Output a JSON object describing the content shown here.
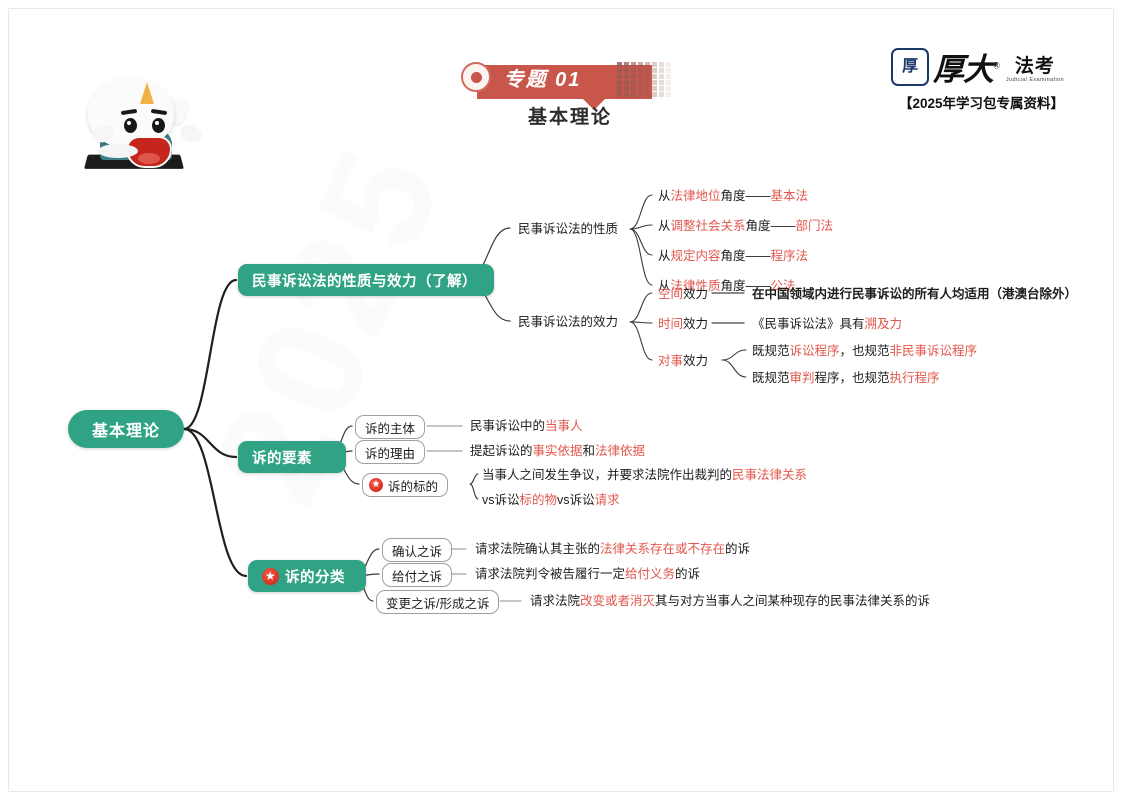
{
  "header": {
    "topic_label": "专题 01",
    "title": "基本理论",
    "badge_icon": "seal-icon",
    "brand": {
      "mark": "厚",
      "name": "厚大",
      "registered": "®",
      "sub_main": "法考",
      "sub_en": "Judicial Examination",
      "tagline": "【2025年学习包专属资料】"
    }
  },
  "mascot": {
    "name": "houda-mascot"
  },
  "watermark": {
    "text": "2025"
  },
  "mindmap": {
    "root": {
      "label": "基本理论"
    },
    "branches": [
      {
        "label": "民事诉讼法的性质与效力（了解）",
        "has_star": false,
        "groups": [
          {
            "label": "民事诉讼法的性质",
            "items": [
              {
                "pre": "从",
                "hi": "法律地位",
                "mid": "角度——",
                "tail": "基本法",
                "tail_red": true
              },
              {
                "pre": "从",
                "hi": "调整社会关系",
                "mid": "角度——",
                "tail": "部门法",
                "tail_red": true
              },
              {
                "pre": "从",
                "hi": "规定内容",
                "mid": "角度——",
                "tail": "程序法",
                "tail_red": true
              },
              {
                "pre": "从",
                "hi": "法律性质",
                "mid": "角度——",
                "tail": "公法",
                "tail_red": true
              }
            ]
          },
          {
            "label": "民事诉讼法的效力",
            "items": [
              {
                "key_hi": "空间",
                "key_tail": "效力",
                "desc_parts": [
                  {
                    "t": "在中国领域内进行民事诉讼的所有人均适用（港澳台除外）",
                    "red": false,
                    "bold": true
                  }
                ]
              },
              {
                "key_hi": "时间",
                "key_tail": "效力",
                "desc_parts": [
                  {
                    "t": "《民事诉讼法》具有",
                    "red": false
                  },
                  {
                    "t": "溯及力",
                    "red": true
                  }
                ]
              },
              {
                "key_hi": "对事",
                "key_tail": "效力",
                "sub_descs": [
                  [
                    {
                      "t": "既规范",
                      "red": false
                    },
                    {
                      "t": "诉讼程序",
                      "red": true
                    },
                    {
                      "t": "，也规范",
                      "red": false
                    },
                    {
                      "t": "非民事诉讼程序",
                      "red": true
                    }
                  ],
                  [
                    {
                      "t": "既规范",
                      "red": false
                    },
                    {
                      "t": "审判",
                      "red": true
                    },
                    {
                      "t": "程序，也规范",
                      "red": false
                    },
                    {
                      "t": "执行程序",
                      "red": true
                    }
                  ]
                ]
              }
            ]
          }
        ]
      },
      {
        "label": "诉的要素",
        "has_star": false,
        "nodes": [
          {
            "label": "诉的主体",
            "has_star": false,
            "desc_parts": [
              {
                "t": "民事诉讼中的",
                "red": false
              },
              {
                "t": "当事人",
                "red": true
              }
            ]
          },
          {
            "label": "诉的理由",
            "has_star": false,
            "desc_parts": [
              {
                "t": "提起诉讼的",
                "red": false
              },
              {
                "t": "事实依据",
                "red": true
              },
              {
                "t": "和",
                "red": false
              },
              {
                "t": "法律依据",
                "red": true
              }
            ]
          },
          {
            "label": "诉的标的",
            "has_star": true,
            "multi_descs": [
              [
                {
                  "t": "当事人之间发生争议，并要求法院作出裁判的",
                  "red": false
                },
                {
                  "t": "民事法律关系",
                  "red": true
                }
              ],
              [
                {
                  "t": "vs诉讼",
                  "red": false
                },
                {
                  "t": "标的物",
                  "red": true
                },
                {
                  "t": "vs诉讼",
                  "red": false
                },
                {
                  "t": "请求",
                  "red": true
                }
              ]
            ]
          }
        ]
      },
      {
        "label": "诉的分类",
        "has_star": true,
        "nodes": [
          {
            "label": "确认之诉",
            "has_star": false,
            "desc_parts": [
              {
                "t": "请求法院确认其主张的",
                "red": false
              },
              {
                "t": "法律关系存在或不存在",
                "red": true
              },
              {
                "t": "的诉",
                "red": false
              }
            ]
          },
          {
            "label": "给付之诉",
            "has_star": false,
            "desc_parts": [
              {
                "t": "请求法院判令被告履行一定",
                "red": false
              },
              {
                "t": "给付义务",
                "red": true
              },
              {
                "t": "的诉",
                "red": false
              }
            ]
          },
          {
            "label": "变更之诉/形成之诉",
            "has_star": false,
            "desc_parts": [
              {
                "t": "请求法院",
                "red": false
              },
              {
                "t": "改变或者消灭",
                "red": true
              },
              {
                "t": "其与对方当事人之间某种现存的民事法律关系的诉",
                "red": false
              }
            ]
          }
        ]
      }
    ]
  },
  "colors": {
    "node_green": "#2fa383",
    "accent_red": "#e2574c",
    "ribbon_red": "#c8564b",
    "brand_blue": "#1a3a6b"
  }
}
